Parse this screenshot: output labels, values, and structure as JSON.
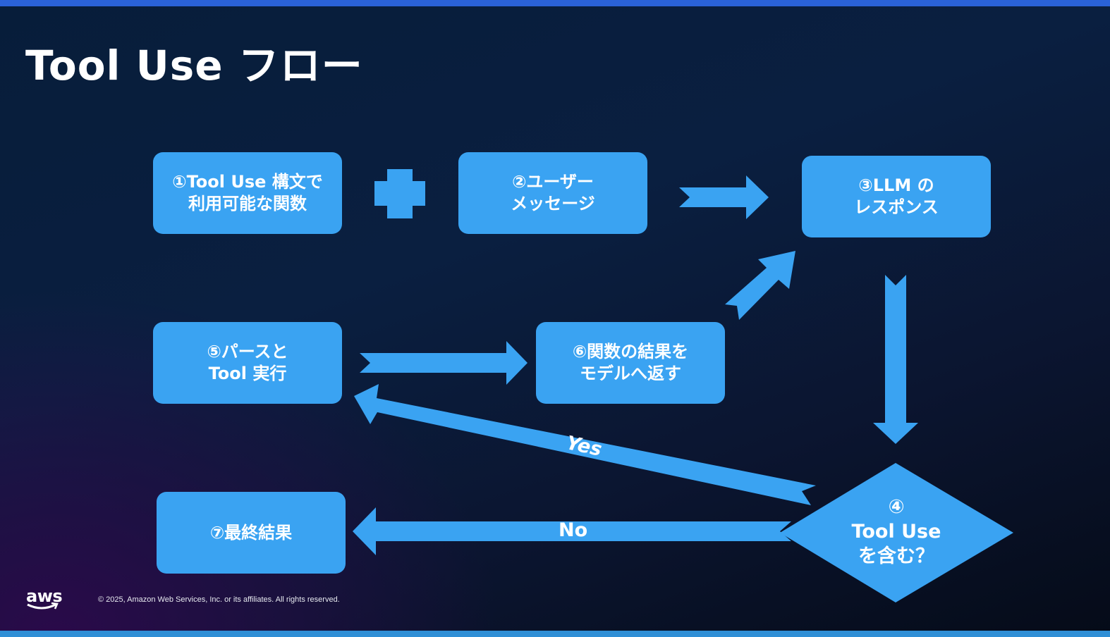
{
  "slide": {
    "title": "Tool Use フロー",
    "nodes": [
      {
        "id": "1",
        "text": "①Tool Use 構文で\n利用可能な関数"
      },
      {
        "id": "2",
        "text": "②ユーザー\nメッセージ"
      },
      {
        "id": "3",
        "text": "③LLM の\nレスポンス"
      },
      {
        "id": "4",
        "text": "④\nTool Use\nを含む？"
      },
      {
        "id": "5",
        "text": "⑤パースと\nTool 実行"
      },
      {
        "id": "6",
        "text": "⑥関数の結果を\nモデルへ返す"
      },
      {
        "id": "7",
        "text": "⑦最終結果"
      }
    ],
    "edges": [
      {
        "from": "1",
        "to": "2",
        "label": "+"
      },
      {
        "from": "2",
        "to": "3",
        "label": ""
      },
      {
        "from": "3",
        "to": "4",
        "label": ""
      },
      {
        "from": "4",
        "to": "5",
        "label": "Yes"
      },
      {
        "from": "5",
        "to": "6",
        "label": ""
      },
      {
        "from": "6",
        "to": "3",
        "label": ""
      },
      {
        "from": "4",
        "to": "7",
        "label": "No"
      }
    ],
    "colors": {
      "box": "#3aa3f2",
      "text": "#ffffff"
    }
  },
  "footer": {
    "logo": "aws",
    "copyright": "© 2025, Amazon Web Services, Inc. or its affiliates. All rights reserved."
  }
}
